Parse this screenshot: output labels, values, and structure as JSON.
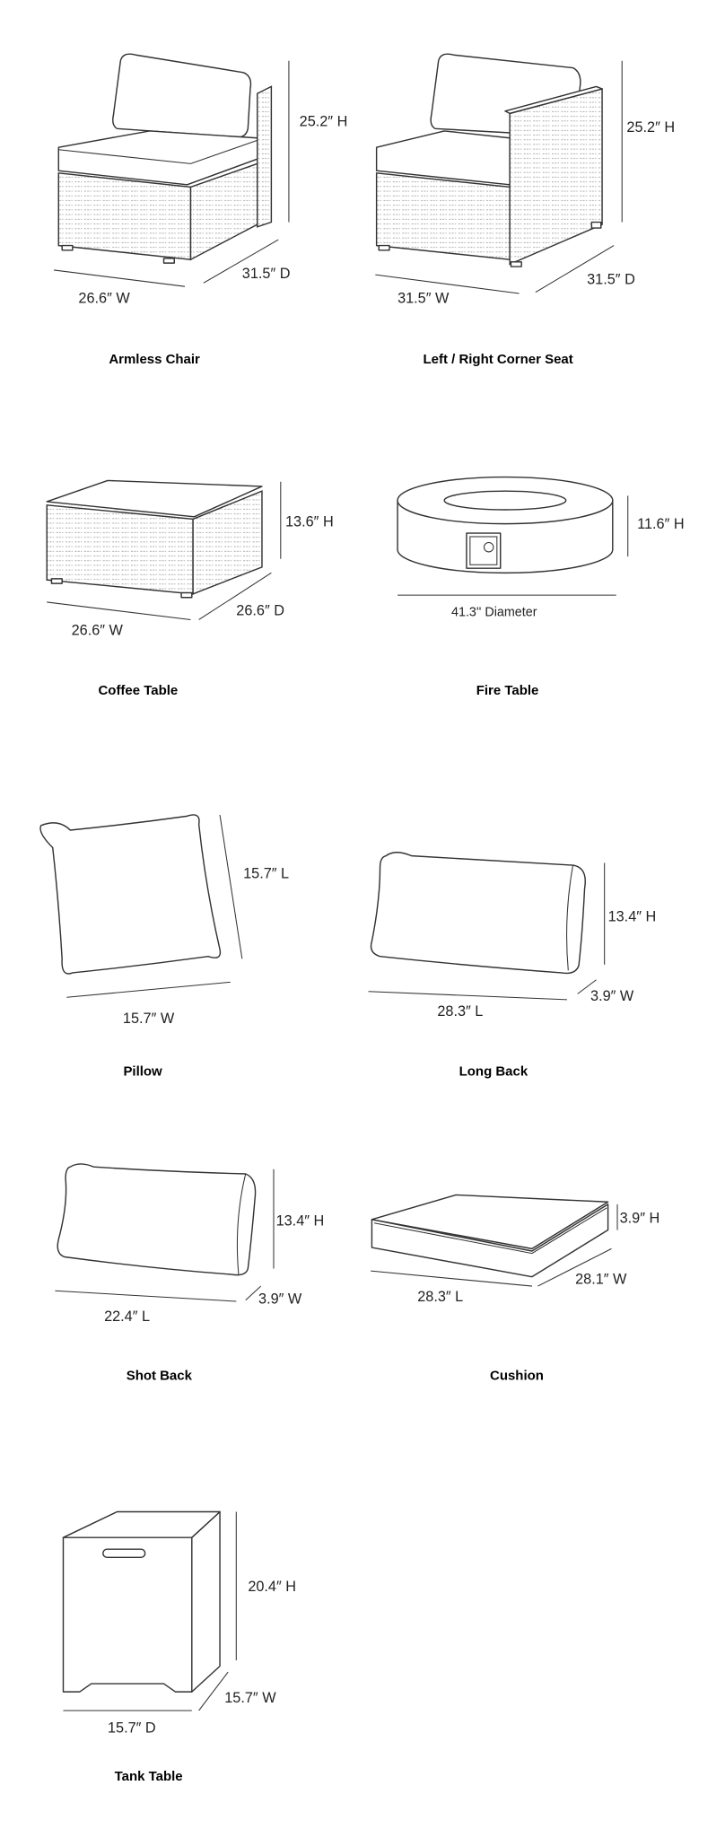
{
  "items": [
    {
      "title": "Armless Chair",
      "height": "25.2″  H",
      "depth": "31.5″  D",
      "width": "26.6″  W"
    },
    {
      "title": "Left / Right Corner Seat",
      "height": "25.2″  H",
      "depth": "31.5″  D",
      "width": "31.5″  W"
    },
    {
      "title": "Coffee Table",
      "height": "13.6″  H",
      "depth": "26.6″  D",
      "width": "26.6″  W"
    },
    {
      "title": "Fire Table",
      "height": "11.6″  H",
      "diameter": "41.3'' Diameter"
    },
    {
      "title": "Pillow",
      "length": "15.7″  L",
      "width": "15.7″  W"
    },
    {
      "title": "Long Back",
      "height": "13.4″  H",
      "width": "3.9″  W",
      "length": "28.3″  L"
    },
    {
      "title": "Shot Back",
      "height": "13.4″  H",
      "width": "3.9″  W",
      "length": "22.4″  L"
    },
    {
      "title": "Cushion",
      "height": "3.9″  H",
      "width": "28.1″  W",
      "length": "28.3″  L"
    },
    {
      "title": "Tank Table",
      "height": "20.4″  H",
      "width": "15.7″  W",
      "depth": "15.7″  D"
    }
  ]
}
